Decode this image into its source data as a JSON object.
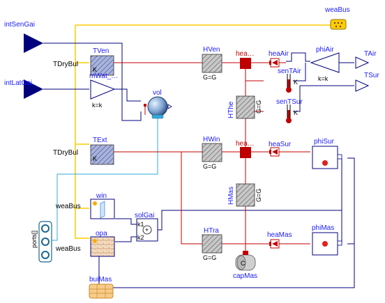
{
  "labels": {
    "weaBus": "weaBus",
    "intSenGai": "intSenGai",
    "intLatGai": "intLatGai",
    "tDryBul1": "TDryBul",
    "tDryBul2": "TDryBul",
    "tVen": "TVen",
    "tExt": "TExt",
    "k1": "K",
    "k2": "K",
    "mWat": "mWat_…",
    "kk1": "k=k",
    "vol": "vol",
    "hVen": "HVen",
    "gg1": "G=G",
    "hea1": "hea…",
    "heaAir": "heaAir",
    "phiAir": "phiAir",
    "kk2": "k=k",
    "tAir": "TAir",
    "tSur": "TSur",
    "senTAir": "senTAir",
    "senTSur": "senTSur",
    "k3": "K",
    "k4": "K",
    "hThe": "HThe",
    "gg2": "G=G",
    "hWin": "HWin",
    "gg3": "G=G",
    "hea2": "hea…",
    "heaSur": "heaSur",
    "phiSur": "phiSur",
    "hMas": "HMas",
    "gg4": "G=G",
    "win": "win",
    "opa": "opa",
    "solGai": "solGai",
    "k1in": "k1",
    "k2in": "k2",
    "plus": "+",
    "weaBus2": "weaBus",
    "weaBus3": "weaBus",
    "ports": "ports[]",
    "hTra": "HTra",
    "gg5": "G=G",
    "heaMas": "heaMas",
    "phiMas": "phiMas",
    "capC": "C",
    "capMas": "capMas",
    "buiMas": "buiMas"
  },
  "colors": {
    "signal": "#00007f",
    "heat": "#c00000",
    "bus": "#ffcc00",
    "fluid": "#33aadd",
    "label": "#1a1aff"
  }
}
